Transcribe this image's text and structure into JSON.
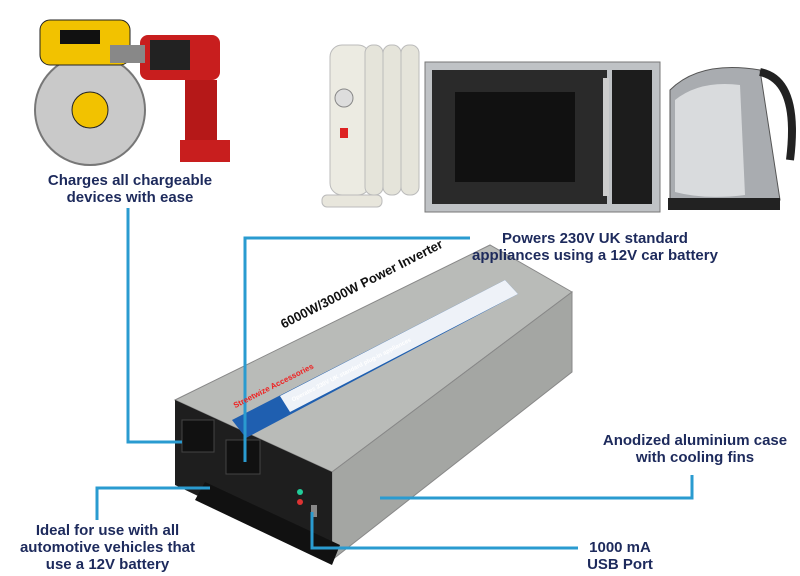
{
  "colors": {
    "text": "#1d2a5c",
    "leader_line": "#2a9bd0",
    "label_blue": "#1f5fb0"
  },
  "product": {
    "brand": "Streetwize Accessories",
    "label_main": "6000W/3000W Power Inverter",
    "label_sub": "Operates 230V UK standard plug-in appliances"
  },
  "callouts": [
    {
      "id": "charges",
      "text": "Charges all chargeable\ndevices with ease"
    },
    {
      "id": "powers",
      "text": "Powers 230V UK standard\nappliances using a 12V car battery"
    },
    {
      "id": "anodized",
      "text": "Anodized aluminium case\nwith cooling fins"
    },
    {
      "id": "ideal",
      "text": "Ideal for use with all\nautomotive vehicles that\nuse a 12V battery"
    },
    {
      "id": "usb",
      "text": "1000 mA\nUSB Port"
    }
  ],
  "appliances": [
    "power-tools",
    "oil-radiator",
    "microwave",
    "kettle"
  ]
}
